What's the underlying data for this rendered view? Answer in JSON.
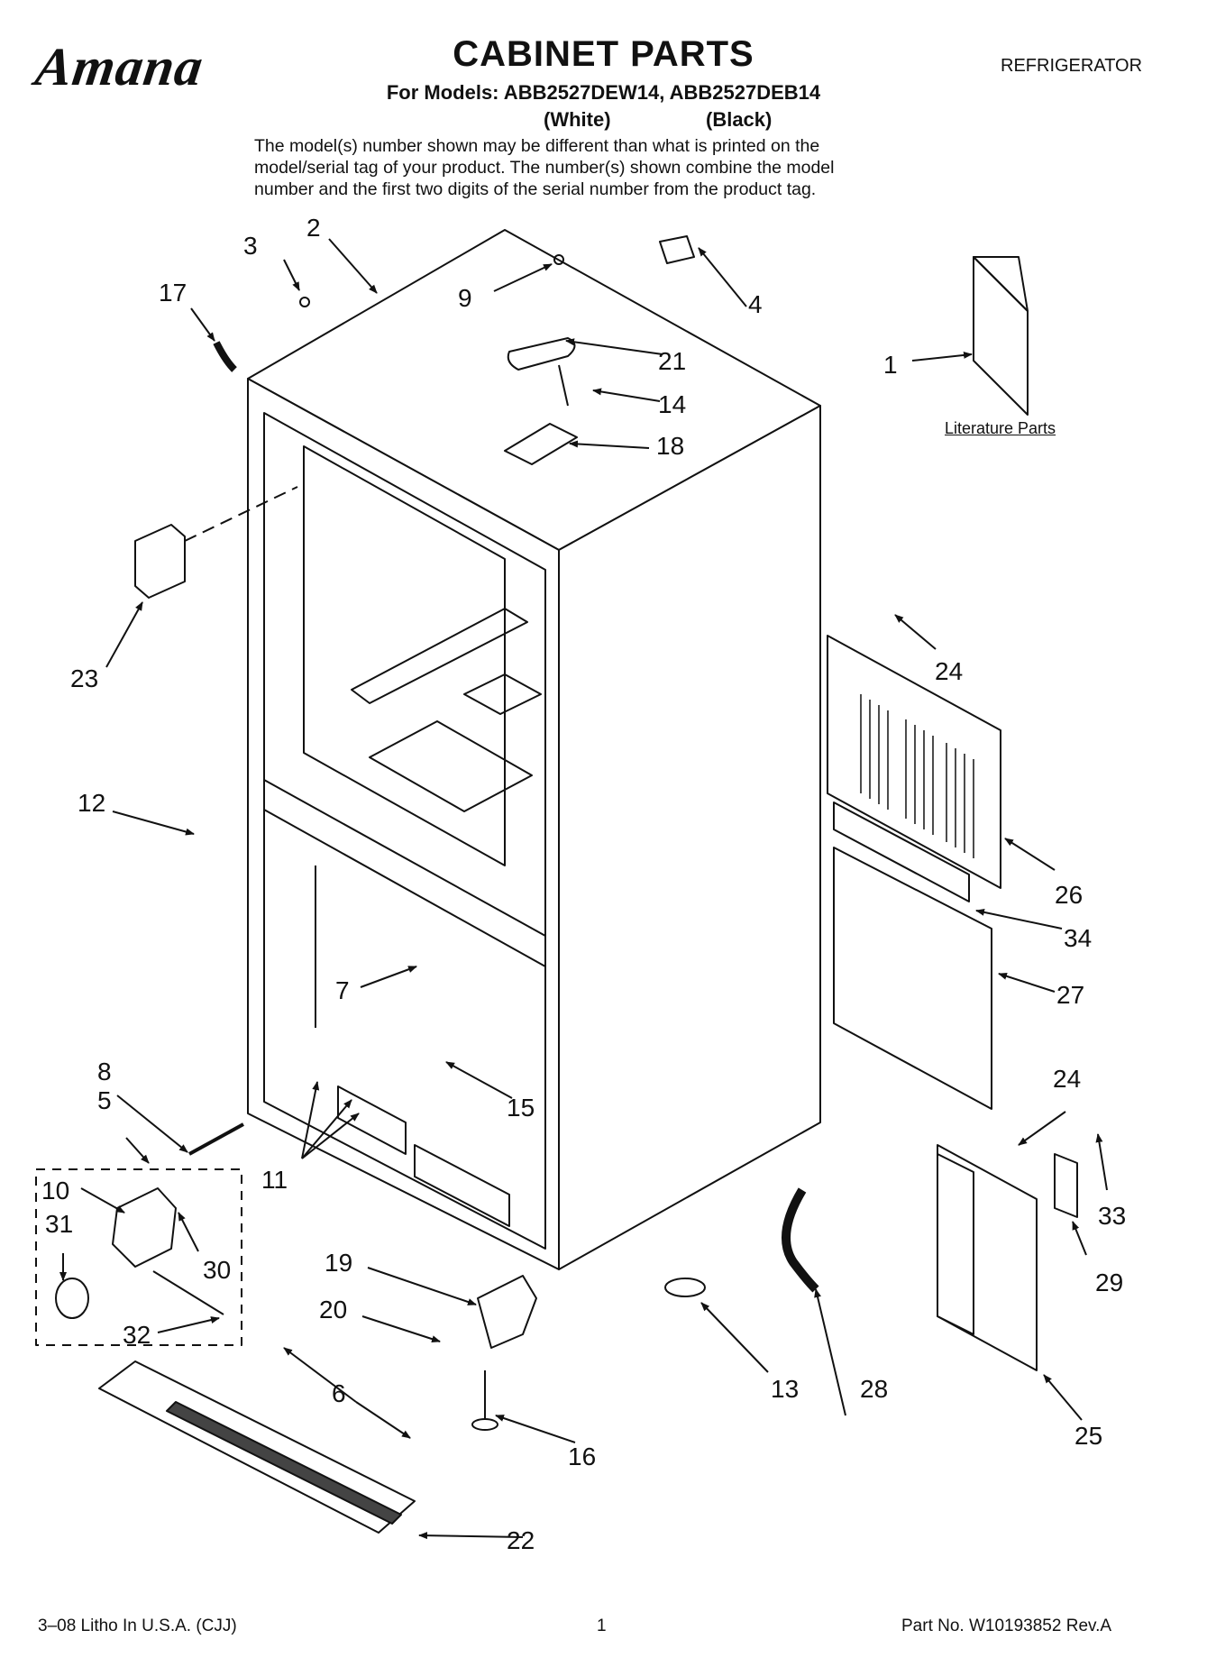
{
  "header": {
    "brand": "Amana",
    "title": "CABINET PARTS",
    "models_line": "For Models: ABB2527DEW14, ABB2527DEB14",
    "color_white": "(White)",
    "color_black": "(Black)",
    "category": "REFRIGERATOR",
    "disclaimer_lines": [
      "The model(s) number shown may be different than what is printed on the",
      "model/serial tag of your product. The number(s) shown combine the model",
      "number and the first two digits of the serial number from the product tag."
    ]
  },
  "diagram": {
    "literature_label": "Literature Parts",
    "callouts": [
      "1",
      "2",
      "3",
      "4",
      "5",
      "6",
      "7",
      "8",
      "9",
      "10",
      "11",
      "12",
      "13",
      "14",
      "15",
      "16",
      "17",
      "18",
      "19",
      "20",
      "21",
      "22",
      "23",
      "24",
      "24",
      "25",
      "26",
      "27",
      "28",
      "29",
      "30",
      "31",
      "32",
      "33",
      "34"
    ]
  },
  "footer": {
    "litho": "3–08 Litho In U.S.A. (CJJ)",
    "page": "1",
    "part_no": "Part No. W10193852 Rev.A"
  }
}
